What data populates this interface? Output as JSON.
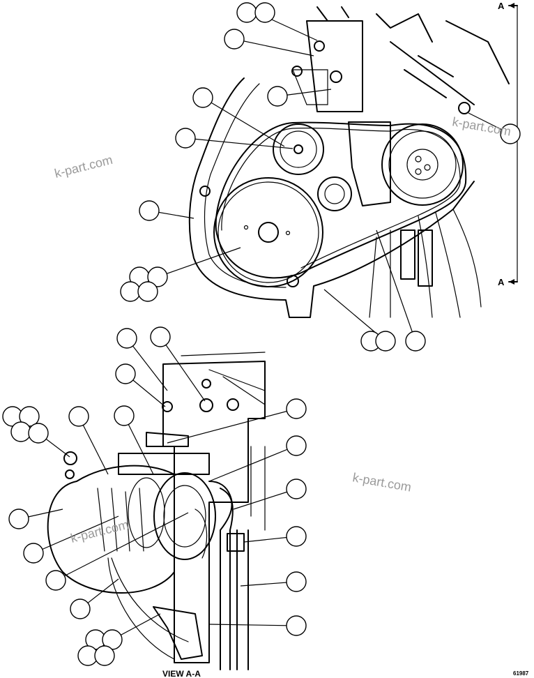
{
  "view_marker_top": "A",
  "view_marker_bottom": "A",
  "view_title": "VIEW A-A",
  "figure_number": "61987",
  "watermark_text": "k-part.com",
  "colors": {
    "ink": "#000000",
    "paper": "#ffffff",
    "watermark": "#9a9a9a"
  }
}
